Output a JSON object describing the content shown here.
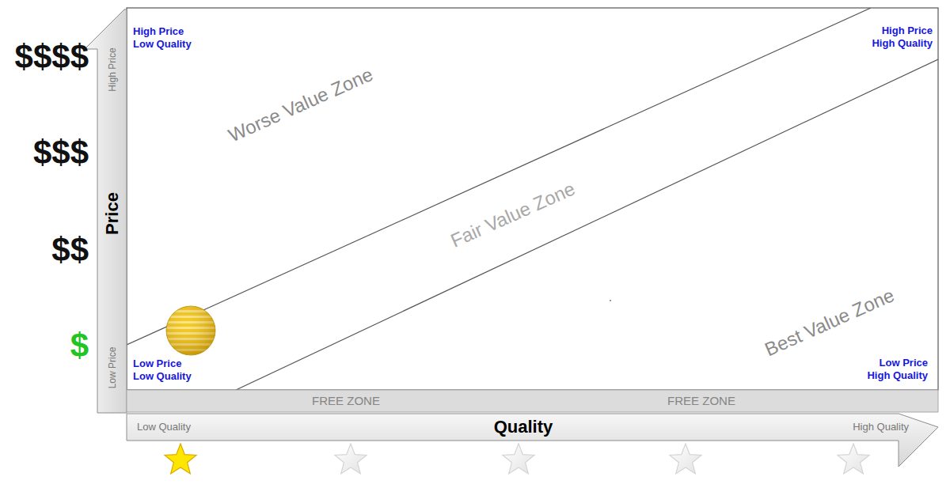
{
  "diagram": {
    "nodes": [
      {
        "text": [
          "High Price",
          "Price",
          "Low Price"
        ]
      },
      {
        "text": [
          "FREE ZONE",
          "FREE ZONE"
        ]
      },
      {
        "text": [
          "Low Quality",
          "Quality",
          "High Quality"
        ]
      }
    ],
    "labels": [
      "$$$$",
      "$$$",
      "$$",
      "$",
      "High Price Low Quality",
      "High Price High Quality",
      "Worse Value Zone",
      "Fair Value Zone",
      "Best Value Zone",
      "Low Price Low Quality",
      "Low Price High Quality"
    ]
  }
}
